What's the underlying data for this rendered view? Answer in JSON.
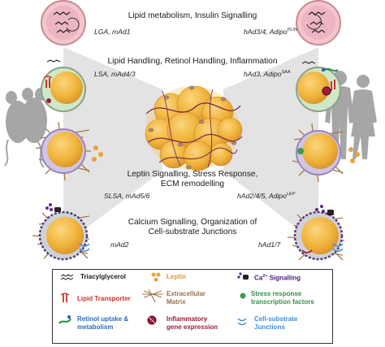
{
  "rows": [
    {
      "title": "Lipid metabolism, Insulin Signalling",
      "mouse_clusters": "LGA, mAd1",
      "human_clusters": "hAd3/4, Adipo",
      "human_sup": "PLIN"
    },
    {
      "title": "Lipid Handling, Retinol Handling, Inflammation",
      "mouse_clusters": "LSA, mAd4/3",
      "human_clusters": "hAd3, Adipo",
      "human_sup": "SAA"
    },
    {
      "title_line1": "Leptin Signalling, Stress Response,",
      "title_line2": "ECM remodelling",
      "mouse_clusters": "SLSA, mAd5/6",
      "human_clusters": "hAd2/4/5, Adipo",
      "human_sup": "LEP"
    },
    {
      "title_line1": "Calcium Signalling, Organization of",
      "title_line2": "Cell-substrate Junctions",
      "mouse_clusters": "mAd2",
      "human_clusters": "hAd1/7"
    }
  ],
  "legend": {
    "triacylglycerol": "Triacylglycerol",
    "leptin": "Leptin",
    "ca_signalling": "Ca",
    "ca_sup": "2+",
    "ca_rest": " Signalling",
    "lipid_transporter": "Lipid Transporter",
    "extracellular_matrix_1": "Extracellular",
    "extracellular_matrix_2": "Matrix",
    "stress_1": "Stress response",
    "stress_2": "transcription factors",
    "retinol_1": "Retinol uptake &",
    "retinol_2": "metabolism",
    "inflammatory_1": "Inflammatory",
    "inflammatory_2": "gene expression",
    "junctions_1": "Cell-substrate",
    "junctions_2": "Junctions"
  },
  "colors": {
    "adipocyte": "#f0b43c",
    "cell_pink": "#f2c6cc",
    "cell_green": "#cfe8c8",
    "cell_purple": "#d2c4e4",
    "cell_gray": "#cdd2d8",
    "leptin": "#e7a33a",
    "lipid_transporter": "#d0302c",
    "retinol": "#1e8d3d",
    "inflammatory": "#a01c3c",
    "stress": "#3a9a4e",
    "junctions": "#4a93cf",
    "ca": "#5a2a8a",
    "ecm": "#a07a4c",
    "silhouette": "#a6a6a6"
  }
}
